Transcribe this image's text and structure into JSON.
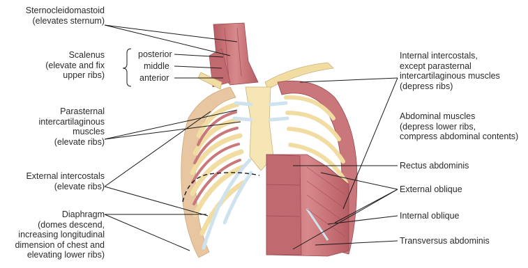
{
  "left_labels": [
    {
      "key": "sternocleidomastoid",
      "lines": [
        "Sternocleidomastoid",
        "(elevates sternum)"
      ]
    },
    {
      "key": "scalenus",
      "lines": [
        "Scalenus",
        "(elevate and fix",
        "upper ribs)"
      ]
    },
    {
      "key": "parasternal",
      "lines": [
        "Parasternal",
        "intercartilaginous",
        "muscles",
        "(elevate ribs)"
      ]
    },
    {
      "key": "external-intercostals",
      "lines": [
        "External intercostals",
        "(elevate ribs)"
      ]
    },
    {
      "key": "diaphragm",
      "lines": [
        "Diaphragm",
        "(domes descend,",
        "increasing longitudinal",
        "dimension of chest and",
        "elevating lower ribs)"
      ]
    }
  ],
  "scalenus_parts": [
    "posterior",
    "middle",
    "anterior"
  ],
  "right_labels": [
    {
      "key": "internal-intercostals",
      "lines": [
        "Internal intercostals,",
        "except parasternal",
        "intercartilaginous muscles",
        "(depress ribs)"
      ]
    },
    {
      "key": "abdominal-muscles",
      "lines": [
        "Abdominal muscles",
        "(depress lower ribs,",
        "compress abdominal contents)"
      ]
    },
    {
      "key": "rectus-abdominis",
      "lines": [
        "Rectus abdominis"
      ]
    },
    {
      "key": "external-oblique",
      "lines": [
        "External oblique"
      ]
    },
    {
      "key": "internal-oblique",
      "lines": [
        "Internal oblique"
      ]
    },
    {
      "key": "transversus-abdominis",
      "lines": [
        "Transversus abdominis"
      ]
    }
  ],
  "colors": {
    "muscle": "#c9777a",
    "muscle_dark": "#a9515a",
    "bone": "#f1dca2",
    "cartilage": "#cfe3ef",
    "line": "#1a1a1a"
  }
}
